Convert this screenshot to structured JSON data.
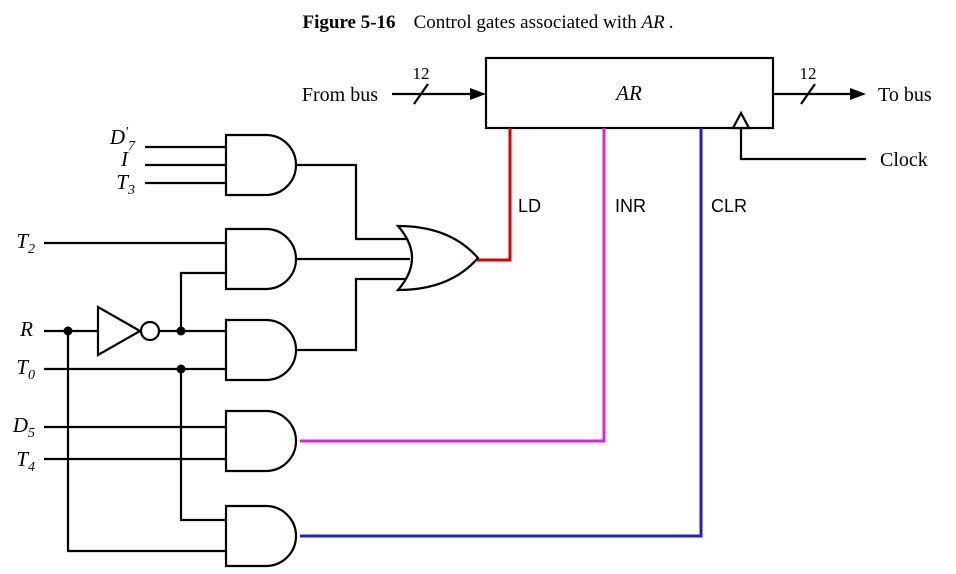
{
  "caption": {
    "figure_number": "Figure 5-16",
    "title_prefix": "Control gates associated with ",
    "title_register": "AR",
    "title_suffix": "."
  },
  "register": {
    "name": "AR",
    "input_label": "From bus",
    "output_label": "To bus",
    "input_width": "12",
    "output_width": "12",
    "clock_label": "Clock"
  },
  "inputs": {
    "d7": {
      "base": "D",
      "sup": "'",
      "sub": "7"
    },
    "i": {
      "base": "I"
    },
    "t3": {
      "base": "T",
      "sub": "3"
    },
    "t2": {
      "base": "T",
      "sub": "2"
    },
    "r": {
      "base": "R"
    },
    "t0": {
      "base": "T",
      "sub": "0"
    },
    "d5": {
      "base": "D",
      "sub": "5"
    },
    "t4": {
      "base": "T",
      "sub": "4"
    }
  },
  "control_lines": [
    {
      "label": "LD",
      "color": "#e00000"
    },
    {
      "label": "INR",
      "color": "#e020e0"
    },
    {
      "label": "CLR",
      "color": "#2020c8"
    }
  ]
}
